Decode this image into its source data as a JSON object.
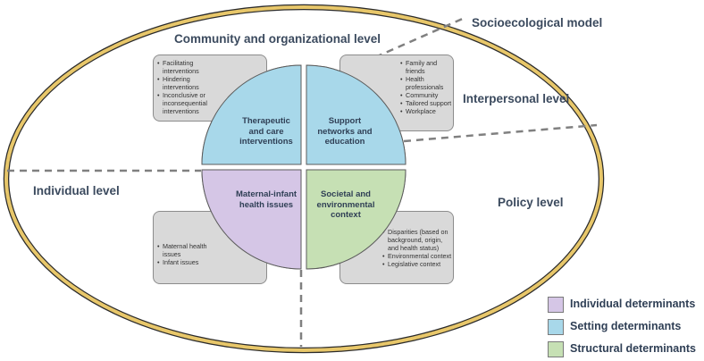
{
  "title": "Socioecological model",
  "levels": {
    "community": "Community and organizational level",
    "interpersonal": "Interpersonal level",
    "individual": "Individual level",
    "policy": "Policy level"
  },
  "quadrants": {
    "top_left": {
      "label": "Therapeutic and care interventions",
      "color": "#a8d8ea"
    },
    "top_right": {
      "label": "Support networks and education",
      "color": "#a8d8ea"
    },
    "bottom_left": {
      "label": "Maternal-infant health issues",
      "color": "#d5c6e6"
    },
    "bottom_right": {
      "label": "Societal and environmental context",
      "color": "#c6e0b4"
    }
  },
  "boxes": {
    "top_left": [
      "Facilitating interventions",
      "Hindering interventions",
      "Inconclusive or inconsequential interventions"
    ],
    "top_right": [
      "Family and friends",
      "Health professionals",
      "Community",
      "Tailored support",
      "Workplace"
    ],
    "bottom_left": [
      "Maternal health issues",
      "Infant issues"
    ],
    "bottom_right": [
      "Disparities (based on background, origin, and health status)",
      "Environmental context",
      "Legislative context"
    ]
  },
  "legend": [
    {
      "label": "Individual determinants",
      "color": "#d5c6e6"
    },
    {
      "label": "Setting determinants",
      "color": "#a8d8ea"
    },
    {
      "label": "Structural determinants",
      "color": "#c6e0b4"
    }
  ],
  "colors": {
    "ellipse_fill": "#ffffff",
    "ellipse_stroke": "#e8c76a",
    "ellipse_inner": "#2b2b2b",
    "dash": "#808080"
  }
}
